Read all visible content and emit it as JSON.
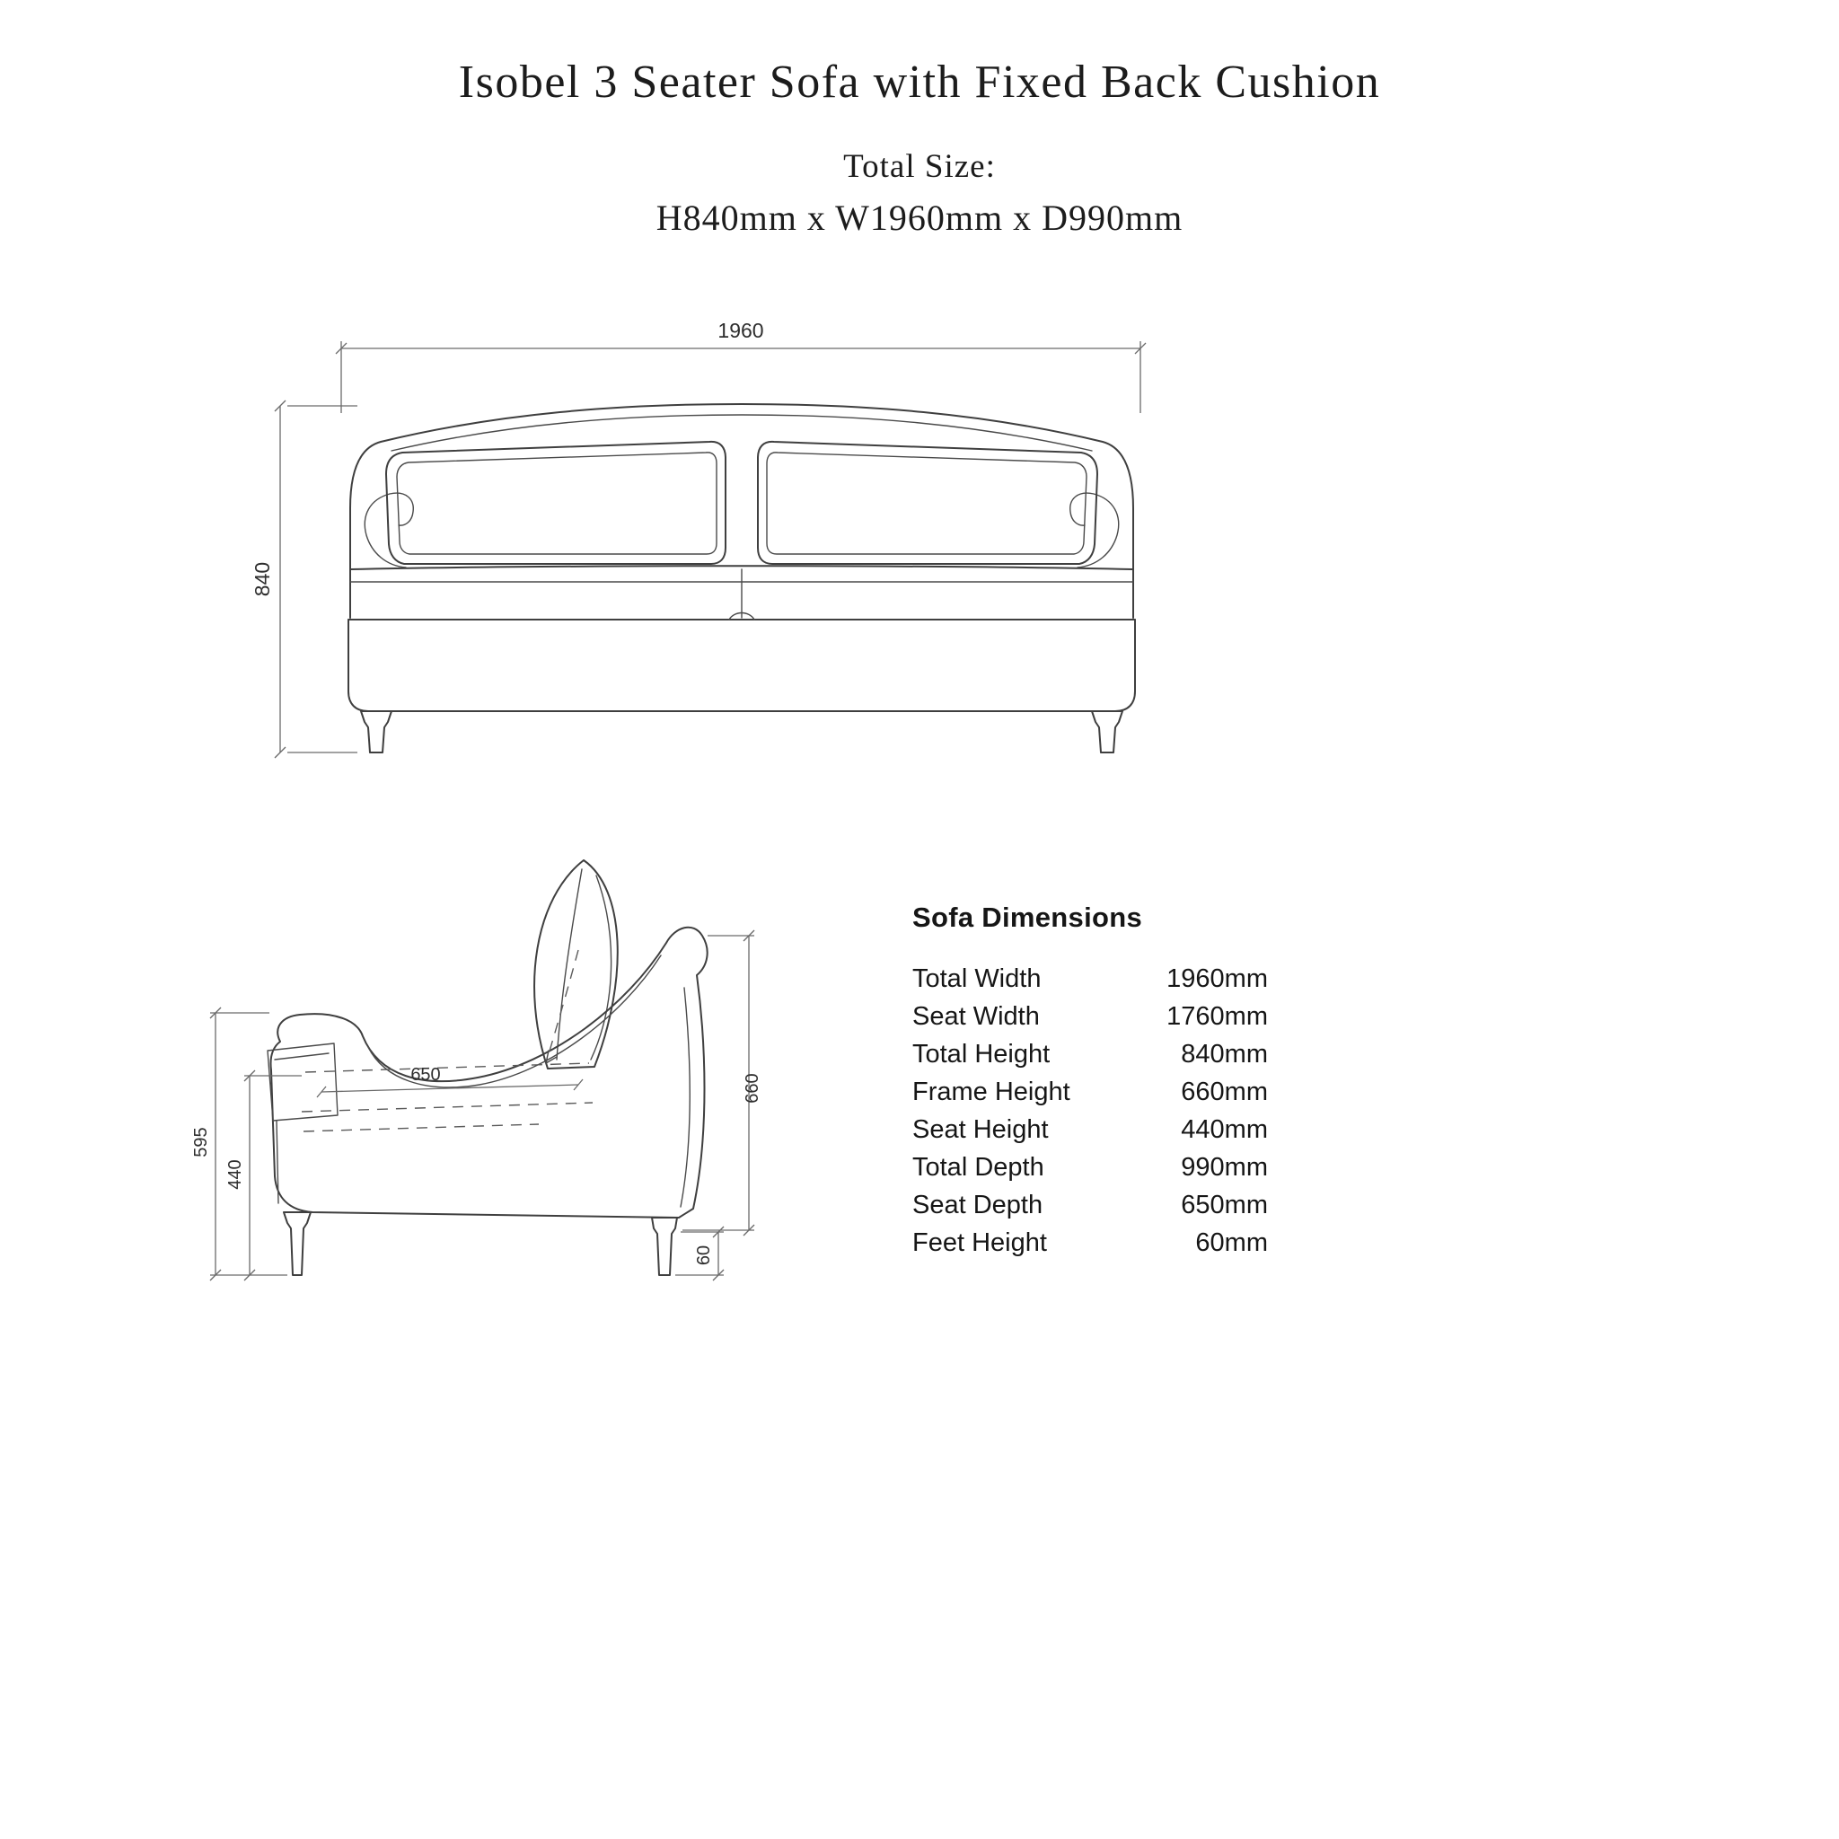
{
  "title": "Isobel 3 Seater Sofa with Fixed Back Cushion",
  "subtitle": {
    "label": "Total Size:",
    "value": "H840mm x W1960mm x D990mm"
  },
  "front_view": {
    "width": "1960",
    "height": "840"
  },
  "side_view": {
    "arm_height": "595",
    "seat_height": "440",
    "seat_depth": "650",
    "frame_height": "660",
    "feet_height": "60"
  },
  "dimensions_table": {
    "title": "Sofa Dimensions",
    "rows": [
      {
        "label": "Total Width",
        "value": "1960mm"
      },
      {
        "label": "Seat Width",
        "value": "1760mm"
      },
      {
        "label": "Total Height",
        "value": "840mm"
      },
      {
        "label": "Frame Height",
        "value": "660mm"
      },
      {
        "label": "Seat Height",
        "value": "440mm"
      },
      {
        "label": "Total Depth",
        "value": "990mm"
      },
      {
        "label": "Seat Depth",
        "value": "650mm"
      },
      {
        "label": "Feet Height",
        "value": "60mm"
      }
    ]
  }
}
